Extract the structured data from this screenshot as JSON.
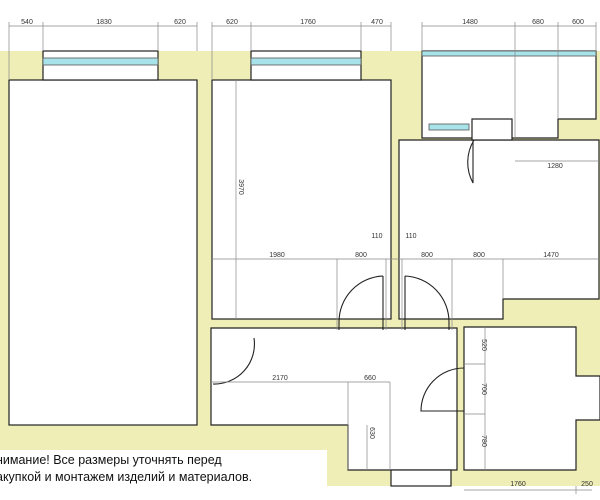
{
  "dimensions": {
    "top": [
      "540",
      "1830",
      "620",
      "620",
      "1760",
      "470",
      "1480",
      "680",
      "600"
    ],
    "kitchen_depth": "1280",
    "room2_height": "3970",
    "partition_left": "110",
    "partition_right": "110",
    "middle": [
      "1980",
      "800",
      "800",
      "800",
      "1470"
    ],
    "corridor": [
      "2170",
      "660"
    ],
    "corridor_depth": "630",
    "bath_vertical": [
      "520",
      "700",
      "780"
    ],
    "bottom": [
      "1760",
      "250"
    ]
  },
  "note": {
    "line1": "нимание! Все размеры уточнять перед",
    "line2": "акупкой и монтажем изделий и материалов."
  },
  "colors": {
    "wall": "#eeeeb6",
    "glass": "#a9e3ea"
  }
}
